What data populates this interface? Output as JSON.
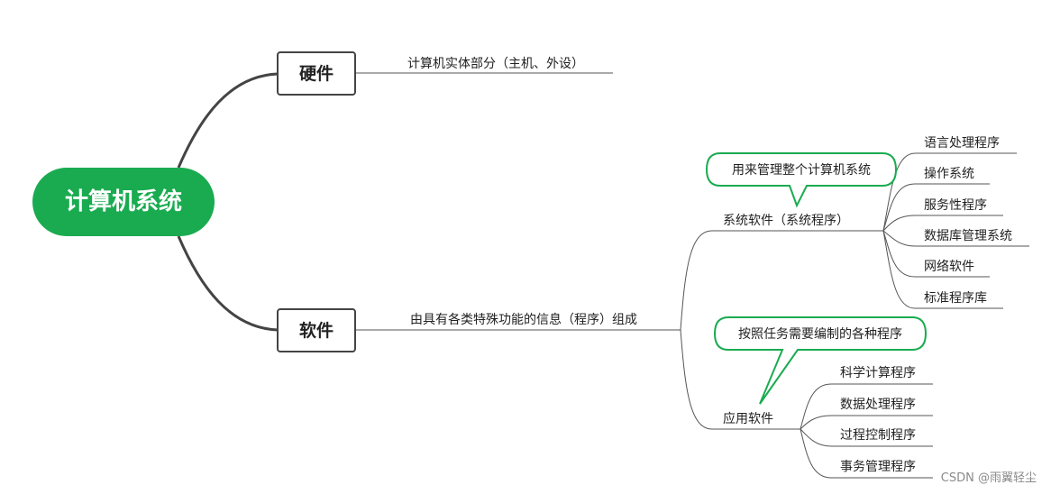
{
  "root": {
    "label": "计算机系统"
  },
  "hardware": {
    "label": "硬件",
    "desc": "计算机实体部分（主机、外设）"
  },
  "software": {
    "label": "软件",
    "desc": "由具有各类特殊功能的信息（程序）组成",
    "system": {
      "label": "系统软件（系统程序）",
      "callout": "用来管理整个计算机系统",
      "items": [
        "语言处理程序",
        "操作系统",
        "服务性程序",
        "数据库管理系统",
        "网络软件",
        "标准程序库"
      ]
    },
    "application": {
      "label": "应用软件",
      "callout": "按照任务需要编制的各种程序",
      "items": [
        "科学计算程序",
        "数据处理程序",
        "过程控制程序",
        "事务管理程序"
      ]
    }
  },
  "colors": {
    "accent": "#1aab50",
    "line": "#444444",
    "thin_line": "#555555"
  },
  "watermark": "CSDN @雨翼轻尘"
}
